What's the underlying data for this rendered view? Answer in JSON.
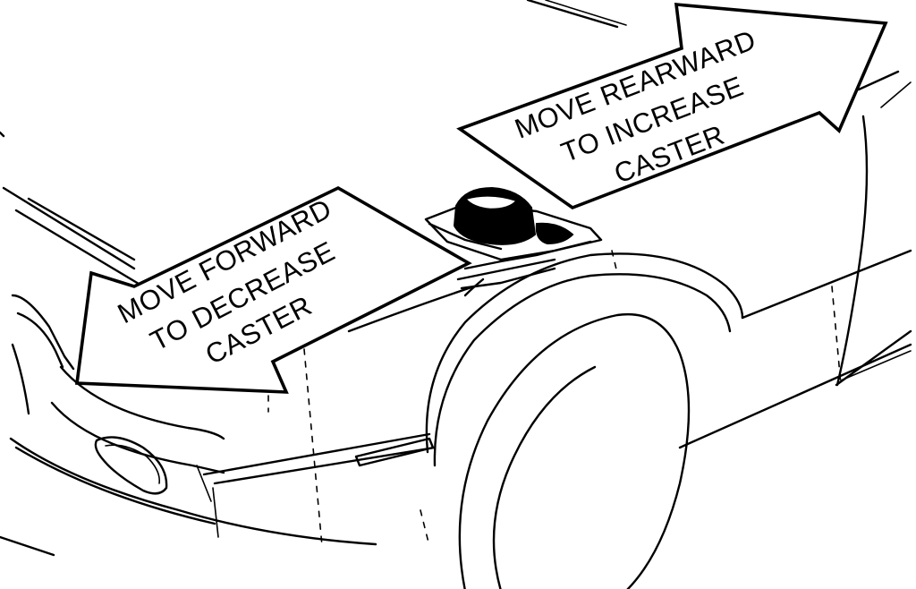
{
  "arrows": {
    "forward": {
      "line1": "MOVE FORWARD",
      "line2": "TO DECREASE",
      "line3": "CASTER"
    },
    "rearward": {
      "line1": "MOVE REARWARD",
      "line2": "TO INCREASE",
      "line3": "CASTER"
    }
  },
  "colors": {
    "ink": "#000000",
    "paper": "#ffffff"
  }
}
